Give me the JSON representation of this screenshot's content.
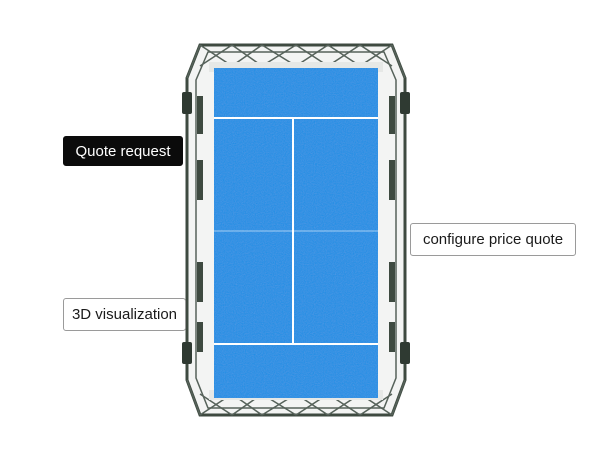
{
  "buttons": {
    "quote_request": "Quote request",
    "configure_price_quote": "configure price quote",
    "visualization_3d": "3D visualization"
  },
  "court": {
    "surface_color": "#1f8fe6",
    "line_color": "#ffffff",
    "frame_color": "#3e4a40"
  }
}
